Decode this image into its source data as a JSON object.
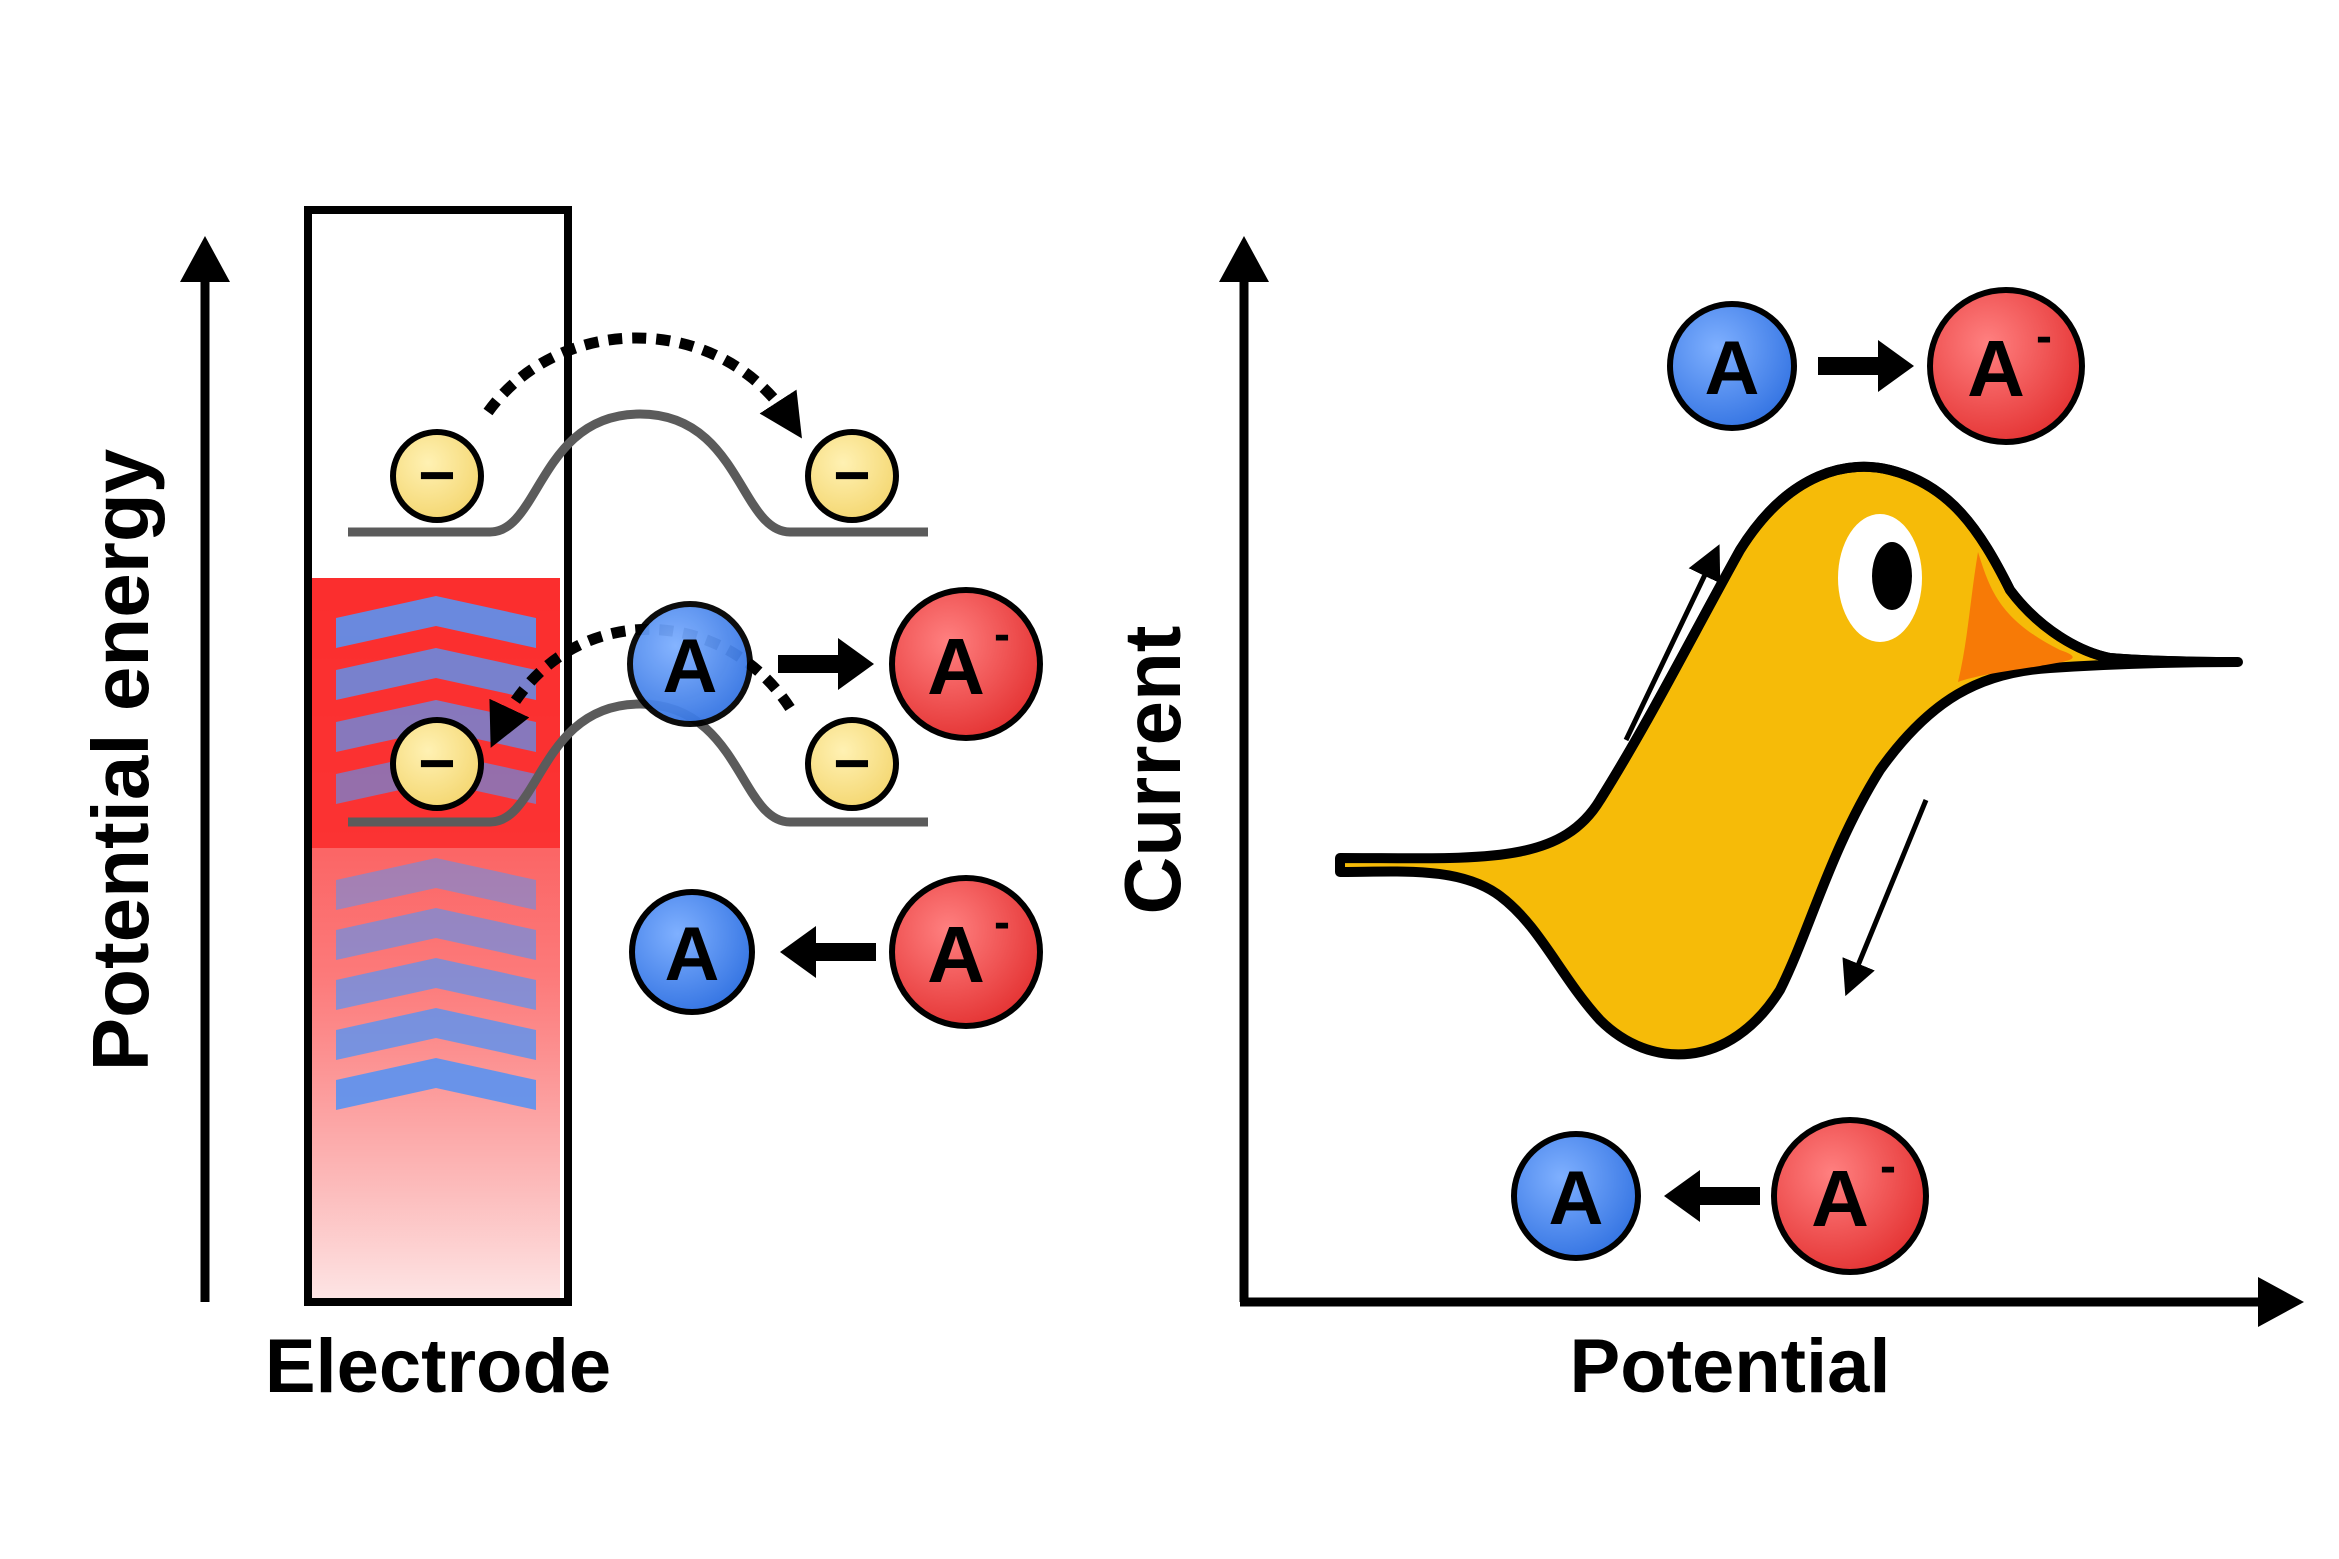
{
  "labels": {
    "left_y_axis": "Potential energy",
    "left_x_axis": "Electrode",
    "right_y_axis": "Current",
    "right_x_axis": "Potential"
  },
  "species": {
    "neutral": "A",
    "reduced": "A",
    "charge": "-",
    "electron_symbol": "−"
  },
  "colors": {
    "electron_fill": "#f8e289",
    "neutral_fill": "#3d7fe8",
    "reduced_fill": "#ec3c3c",
    "electrode_red": "#fa2b2b",
    "chevron_blue": "#5a93f2",
    "barrier_gray": "#5b5b5b",
    "bird_body": "#f6bb08",
    "bird_beak": "#f77a06"
  }
}
